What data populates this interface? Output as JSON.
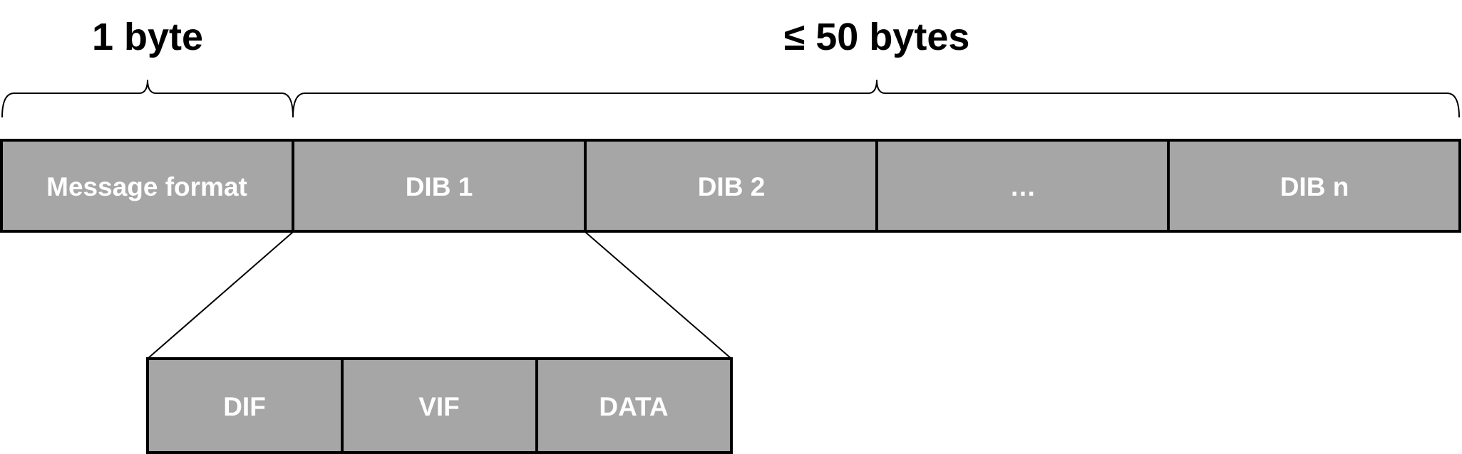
{
  "colors": {
    "cell_fill": "#a6a6a6",
    "cell_border": "#000000",
    "cell_text": "#ffffff",
    "label_text": "#000000"
  },
  "size_labels": {
    "header": "1 byte",
    "body": "≤ 50 bytes"
  },
  "telegram": {
    "cells": [
      {
        "id": "message-format",
        "label": "Message format"
      },
      {
        "id": "dib-1",
        "label": "DIB 1"
      },
      {
        "id": "dib-2",
        "label": "DIB 2"
      },
      {
        "id": "ellipsis",
        "label": "…"
      },
      {
        "id": "dib-n",
        "label": "DIB n"
      }
    ]
  },
  "dib_detail": {
    "expands": "dib-1",
    "cells": [
      {
        "id": "dif",
        "label": "DIF"
      },
      {
        "id": "vif",
        "label": "VIF"
      },
      {
        "id": "data",
        "label": "DATA"
      }
    ]
  }
}
